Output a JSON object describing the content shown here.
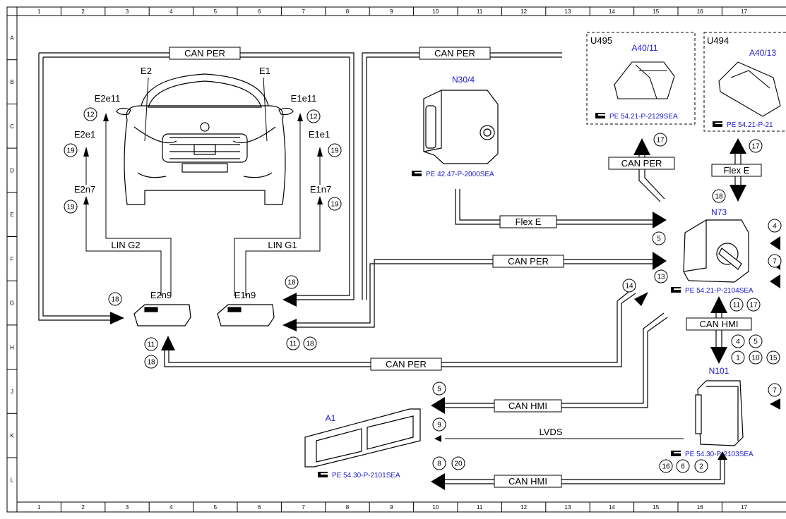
{
  "grid": {
    "columns": [
      "1",
      "2",
      "3",
      "4",
      "5",
      "6",
      "7",
      "8",
      "9",
      "10",
      "11",
      "12",
      "13",
      "14",
      "15",
      "16",
      "17"
    ],
    "rows": [
      "A",
      "B",
      "C",
      "D",
      "E",
      "F",
      "G",
      "H",
      "J",
      "K",
      "L"
    ]
  },
  "buses": {
    "can_per_top_left": "CAN PER",
    "can_per_top_right": "CAN PER",
    "can_per_u495": "CAN PER",
    "flex_e_u494": "Flex E",
    "flex_e_n304": "Flex E",
    "can_per_mid": "CAN PER",
    "lin_g2": "LIN G2",
    "lin_g1": "LIN G1",
    "can_per_bottom": "CAN PER",
    "can_hmi_n73": "CAN HMI",
    "can_hmi_a1_upper": "CAN HMI",
    "lvds": "LVDS",
    "can_hmi_a1_lower": "CAN HMI"
  },
  "components": {
    "e2": "E2",
    "e1": "E1",
    "e2e11": "E2e11",
    "e1e11": "E1e11",
    "e2e1": "E2e1",
    "e1e1": "E1e1",
    "e2n7": "E2n7",
    "e1n7": "E1n7",
    "e2n9": "E2n9",
    "e1n9": "E1n9",
    "n30_4": "N30/4",
    "u495": "U495",
    "a40_11": "A40/11",
    "u494": "U494",
    "a40_13": "A40/13",
    "n73": "N73",
    "n101": "N101",
    "a1": "A1"
  },
  "refs": {
    "n30_4": "PE 42.47-P-2000SEA",
    "a40_11": "PE 54.21-P-2129SEA",
    "a40_13": "PE 54.21-P-21",
    "n73": "PE 54.21-P-2104SEA",
    "n101": "PE 54.30-P-2103SEA",
    "a1": "PE 54.30-P-2101SEA"
  },
  "circles": {
    "e2e11": "12",
    "e1e11": "12",
    "e2e1": "19",
    "e1e1": "19",
    "e2n7": "19",
    "e1n7": "19",
    "e2n9_in": "18",
    "e1n9_in": "18",
    "e2n9_b1": "11",
    "e2n9_b2": "18",
    "e1n9_b1": "11",
    "e1n9_b2": "18",
    "u495": "17",
    "u494": "17",
    "n73_top": "18",
    "flex_in": "5",
    "canper_in": "13",
    "canper_out": "14",
    "n73_b1": "11",
    "n73_b2": "17",
    "n73_r1": "4",
    "n73_r2": "7",
    "mid_a": "4",
    "mid_b": "5",
    "mid_c": "1",
    "mid_d": "10",
    "mid_e": "15",
    "n101_b1": "16",
    "n101_b2": "6",
    "n101_b3": "2",
    "n101_r": "7",
    "a1_hmi": "5",
    "a1_lvds": "9",
    "a1_b1": "8",
    "a1_b2": "20"
  }
}
